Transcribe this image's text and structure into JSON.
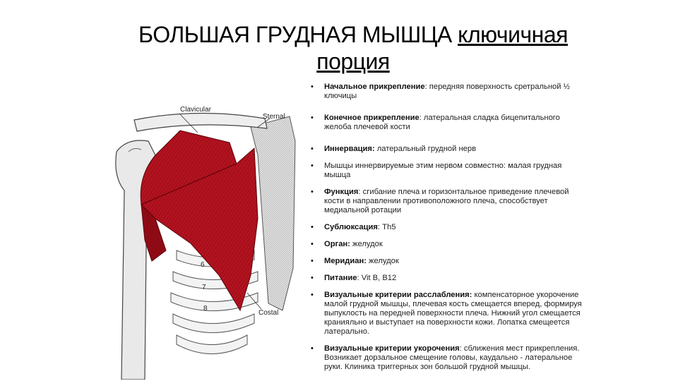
{
  "title": {
    "main": "БОЛЬШАЯ ГРУДНАЯ МЫШЦА ",
    "sub": "ключичная порция"
  },
  "figure_labels": {
    "clavicular": "Clavicular",
    "sternal": "Sternal",
    "costal": "Costal",
    "rib_6": "6",
    "rib_7": "7",
    "rib_8": "8"
  },
  "facts": [
    {
      "label": "Начальное прикрепление",
      "sep": ": ",
      "text": "передняя поверхность сретральной ½ ключицы"
    },
    {
      "label": "Конечное прикрепление",
      "sep": ": ",
      "text": "латеральная сладка бицепитального желоба плечевой кости"
    },
    {
      "label": "Иннервация:",
      "sep": " ",
      "text": "латеральный грудной нерв"
    },
    {
      "label": "",
      "sep": "",
      "text": "Мышцы иннервируемые этим нервом совместно: малая грудная мышца"
    },
    {
      "label": "Функция",
      "sep": ": ",
      "text": "сгибание плеча и горизонтальное приведение плечевой кости в направлении противоположного плеча, способствует медиальной ротации"
    },
    {
      "label": "Сублюксация",
      "sep": ": ",
      "text": "Th5"
    },
    {
      "label": "Орган:",
      "sep": " ",
      "text": "желудок"
    },
    {
      "label": "Меридиан:",
      "sep": " ",
      "text": "желудок"
    },
    {
      "label": "Питание",
      "sep": ": ",
      "text": "Vit B, B12"
    },
    {
      "label": "Визуальные критерии расслабления:",
      "sep": " ",
      "text": "компенсаторное укорочение малой грудной мышцы, плечевая кость смещается вперед, формируя выпуклость на передней поверхности плеча. Нижний угол смещается кранияльно и выступает на поверхности кожи. Лопатка смещеется латерально."
    },
    {
      "label": "Визуальные критерии укорочения",
      "sep": ": ",
      "text": "сближения мест прикрепления. Возникает дорзальное смещение головы, каудально - латеральное руки. Клиника триггерных зон большой грудной мышцы."
    }
  ]
}
